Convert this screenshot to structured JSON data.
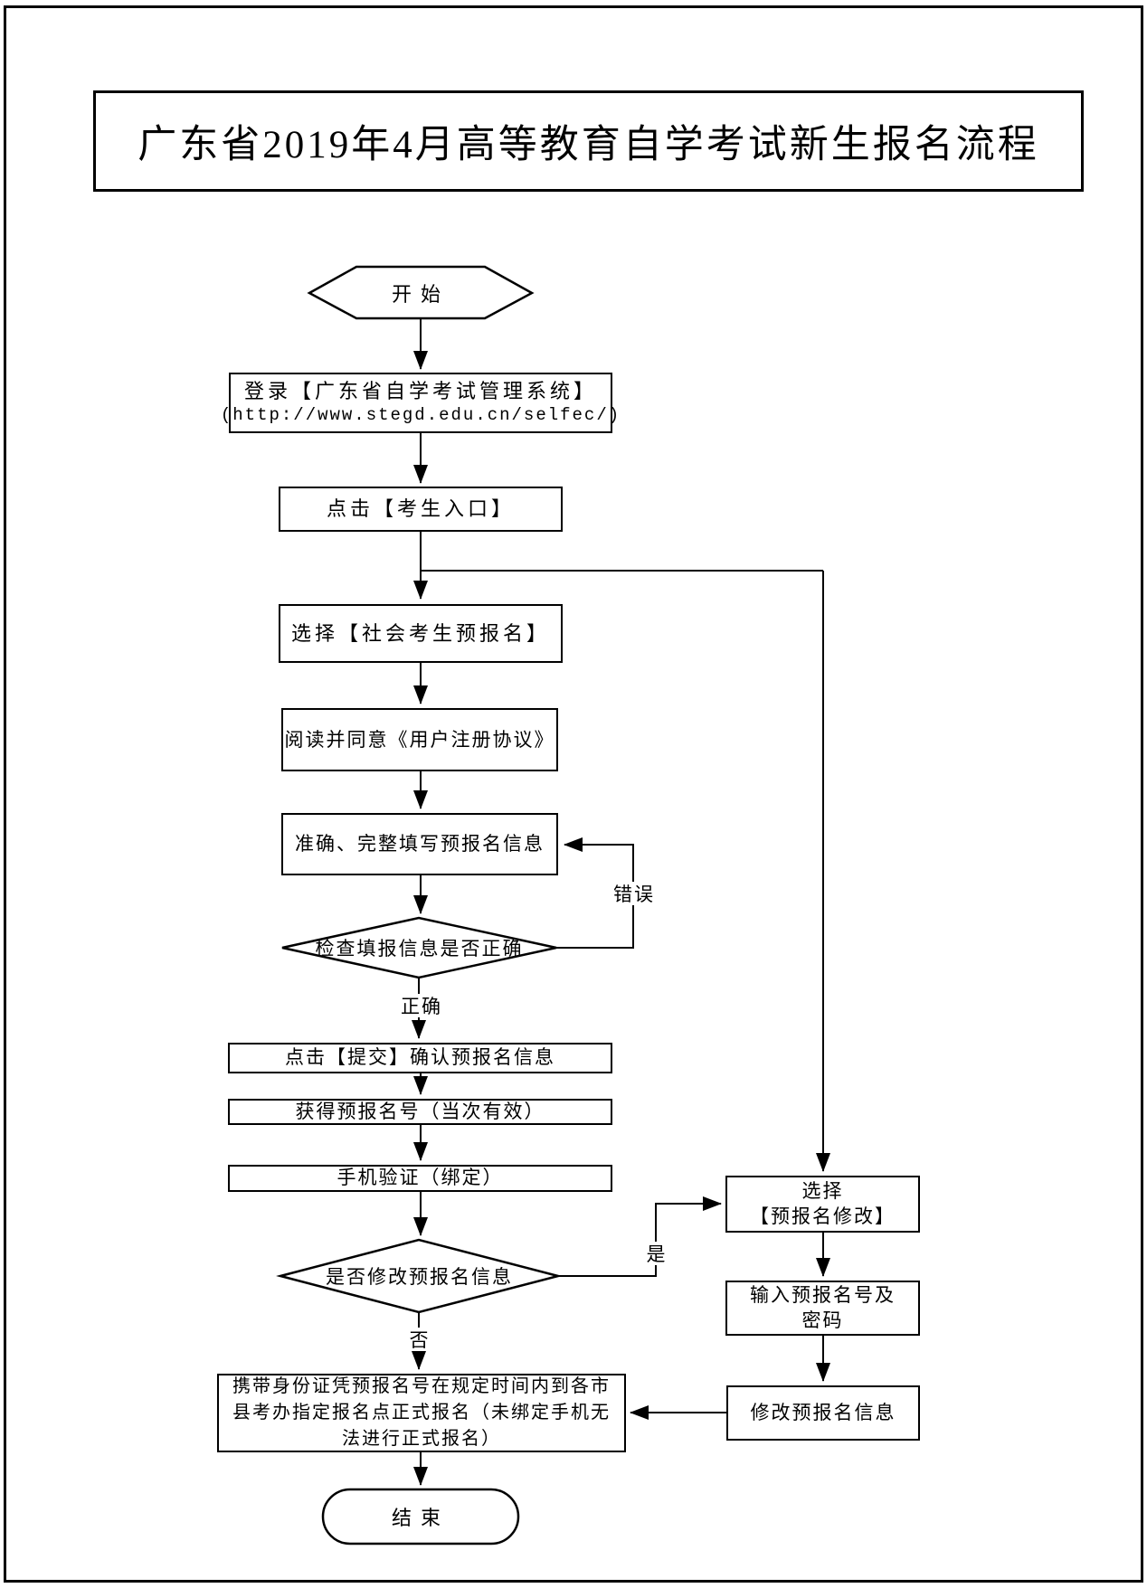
{
  "colors": {
    "line": "#000000",
    "background": "#ffffff"
  },
  "page": {
    "title": "广东省2019年4月高等教育自学考试新生报名流程"
  },
  "nodes": {
    "start": {
      "label": "开始"
    },
    "login": {
      "line1": "登录【广东省自学考试管理系统】",
      "line2": "(http://www.stegd.edu.cn/selfec/)"
    },
    "click_entrance": {
      "label": "点击【考生入口】"
    },
    "select_prereg": {
      "label": "选择【社会考生预报名】"
    },
    "agree": {
      "label": "阅读并同意《用户注册协议》"
    },
    "fill_info": {
      "label": "准确、完整填写预报名信息"
    },
    "check_decision": {
      "label": "检查填报信息是否正确"
    },
    "submit": {
      "label": "点击【提交】确认预报名信息"
    },
    "get_number": {
      "label": "获得预报名号（当次有效）"
    },
    "phone_verify": {
      "label": "手机验证（绑定）"
    },
    "modify_decision": {
      "label": "是否修改预报名信息"
    },
    "formal": {
      "line1": "携带身份证凭预报名号在规定时间内到各市",
      "line2": "县考办指定报名点正式报名（未绑定手机无",
      "line3": "法进行正式报名）"
    },
    "end": {
      "label": "结束"
    },
    "select_modify": {
      "line1": "选择",
      "line2": "【预报名修改】"
    },
    "input_number": {
      "line1": "输入预报名号及",
      "line2": "密码"
    },
    "modify_info": {
      "label": "修改预报名信息"
    }
  },
  "edge_labels": {
    "error": "错误",
    "correct": "正确",
    "yes": "是",
    "no": "否"
  }
}
